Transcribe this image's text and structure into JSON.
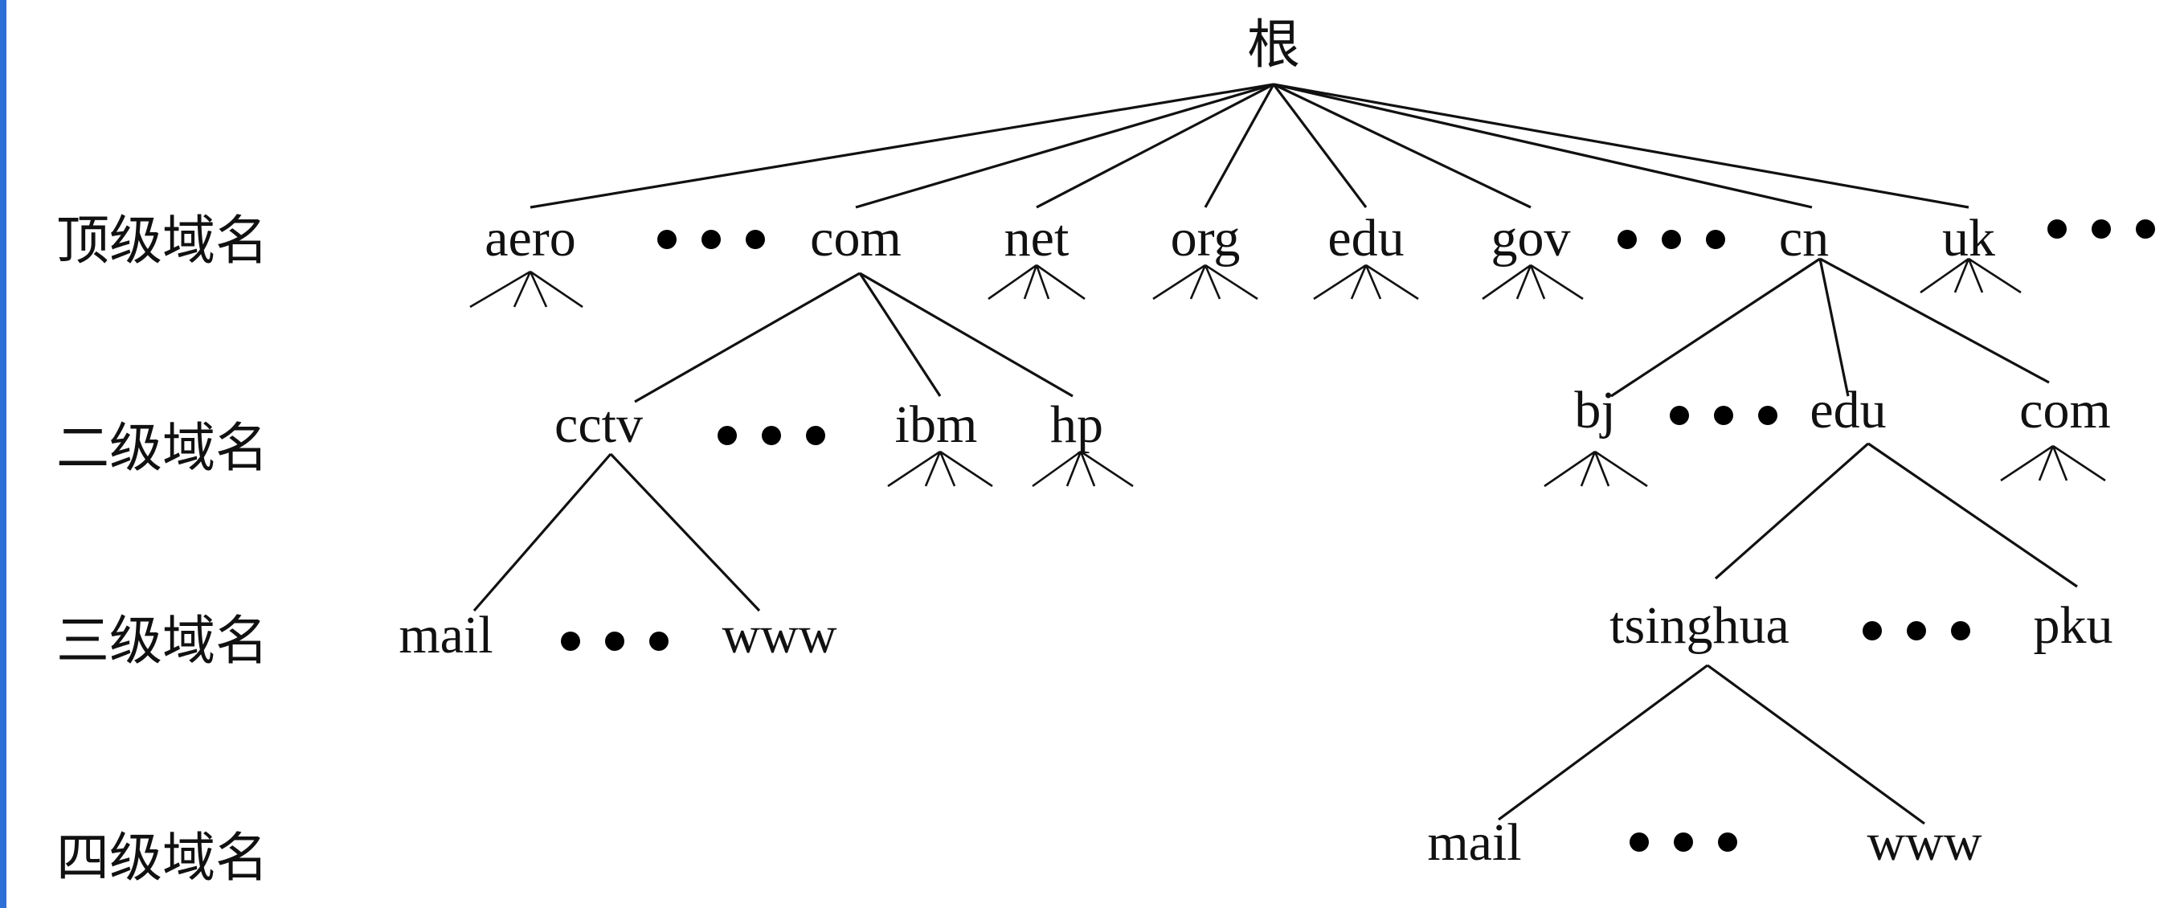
{
  "root": "根",
  "levels": [
    "顶级域名",
    "二级域名",
    "三级域名",
    "四级域名"
  ],
  "top_level": [
    "aero",
    "com",
    "net",
    "org",
    "edu",
    "gov",
    "cn",
    "uk"
  ],
  "second_level": {
    "com": [
      "cctv",
      "ibm",
      "hp"
    ],
    "cn": [
      "bj",
      "edu",
      "com"
    ]
  },
  "third_level": {
    "cctv": [
      "mail",
      "www"
    ],
    "edu": [
      "tsinghua",
      "pku"
    ]
  },
  "fourth_level": {
    "tsinghua": [
      "mail",
      "www"
    ]
  },
  "ellipsis_icon": "three-dots"
}
